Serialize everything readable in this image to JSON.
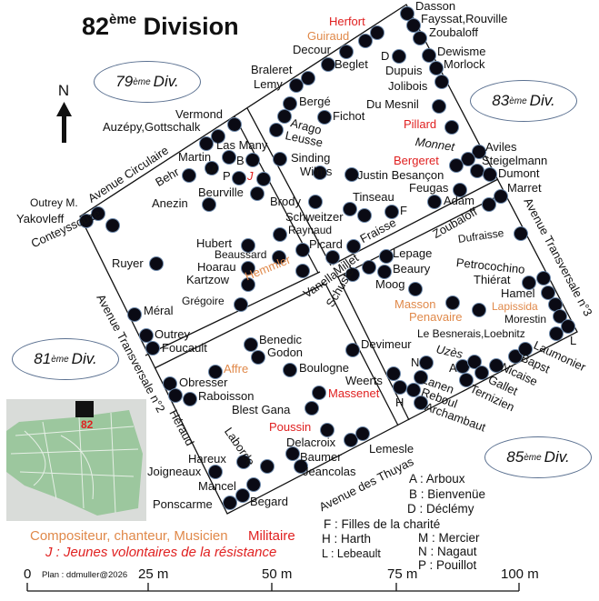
{
  "title": {
    "number": "82",
    "sup": "ème",
    "word": "Division"
  },
  "north_label": "N",
  "divisions": [
    {
      "number": "79",
      "sup": "ème",
      "word": "Div."
    },
    {
      "number": "83",
      "sup": "ème",
      "word": "Div."
    },
    {
      "number": "81",
      "sup": "ème",
      "word": "Div."
    },
    {
      "number": "85",
      "sup": "ème",
      "word": "Div."
    }
  ],
  "streets": [
    "Avenue Circulaire",
    "Avenue Transversale n°2",
    "Avenue Transversale n°3",
    "Avenue des Thuyas"
  ],
  "colors": {
    "musician": "#e0894a",
    "military": "#e02020",
    "dot": "#0a0a14",
    "park": "#9cc79e"
  },
  "map_labels": [
    "Dasson",
    "Fayssat,Rouville",
    "Zoubaloff",
    "Herfort",
    "Guiraud",
    "Decour",
    "D",
    "Dewisme",
    "Beglet",
    "Dupuis",
    "Morlock",
    "Braleret",
    "Lemy",
    "Jolibois",
    "Du Mesnil",
    "Bergé",
    "Fichot",
    "Arago",
    "Leusse",
    "Vermond",
    "Auzépy,Gottschalk",
    "Pillard",
    "Las Many",
    "Monnet",
    "Aviles",
    "Martin",
    "B",
    "Sinding",
    "Steigelmann",
    "Bergeret",
    "Behr",
    "M",
    "P",
    "J",
    "Wilms",
    "Justin Besançon",
    "Dumont",
    "Beurville",
    "Feugas",
    "Marret",
    "Anezin",
    "Brody",
    "Outrey M.",
    "Tinseau",
    "Adam",
    "F",
    "Yakovleff",
    "Schweitzer",
    "Raynaud",
    "Fraisse",
    "Zoubaloff",
    "Conteyssouze",
    "Hubert",
    "Dufraisse",
    "Beaussard",
    "Picard",
    "Ruyer",
    "Lepage",
    "Petrocochino",
    "Hoarau",
    "Millet",
    "Beaury",
    "Hemmler",
    "Kartzow",
    "Thiérat",
    "Moog",
    "Vanella",
    "Schuster",
    "Hamel",
    "Grégoire",
    "Masson",
    "Lapissida",
    "Méral",
    "Penavaire",
    "Morestin",
    "Outrey",
    "Le Besnerais,Loebnitz",
    "Benedic",
    "L",
    "Foucault",
    "Devimeur",
    "Uzès",
    "Godon",
    "Laumonier",
    "N",
    "A",
    "Bapst",
    "Affre",
    "Boulogne",
    "Obresser",
    "Weerts",
    "Lanen",
    "Nicaise",
    "Gallet",
    "Raboisson",
    "Massenet",
    "Reboul",
    "Ternizien",
    "H",
    "Blest Gana",
    "Archambaut",
    "Héraud",
    "Laborde",
    "Poussin",
    "Delacroix",
    "Lemesle",
    "Baumer",
    "Hareux",
    "Jeancolas",
    "Joigneaux",
    "Mancel",
    "Begard",
    "Ponscarme"
  ],
  "legend": {
    "abbreviations": [
      "A : Arboux",
      "B : Bienvenüe",
      "D : Déclémy",
      "F : Filles de la charité",
      "H : Harth",
      "L : Lebeault",
      "M : Mercier",
      "N : Nagaut",
      "P : Pouillot"
    ],
    "musician": "Compositeur, chanteur, Musicien",
    "military": "Militaire",
    "resistance": "J : Jeunes volontaires de la résistance"
  },
  "scale": {
    "ticks": [
      "0",
      "25 m",
      "50 m",
      "75 m",
      "100 m"
    ],
    "credit": "Plan : ddmuller@2026"
  },
  "minimap": {
    "label": "82"
  }
}
